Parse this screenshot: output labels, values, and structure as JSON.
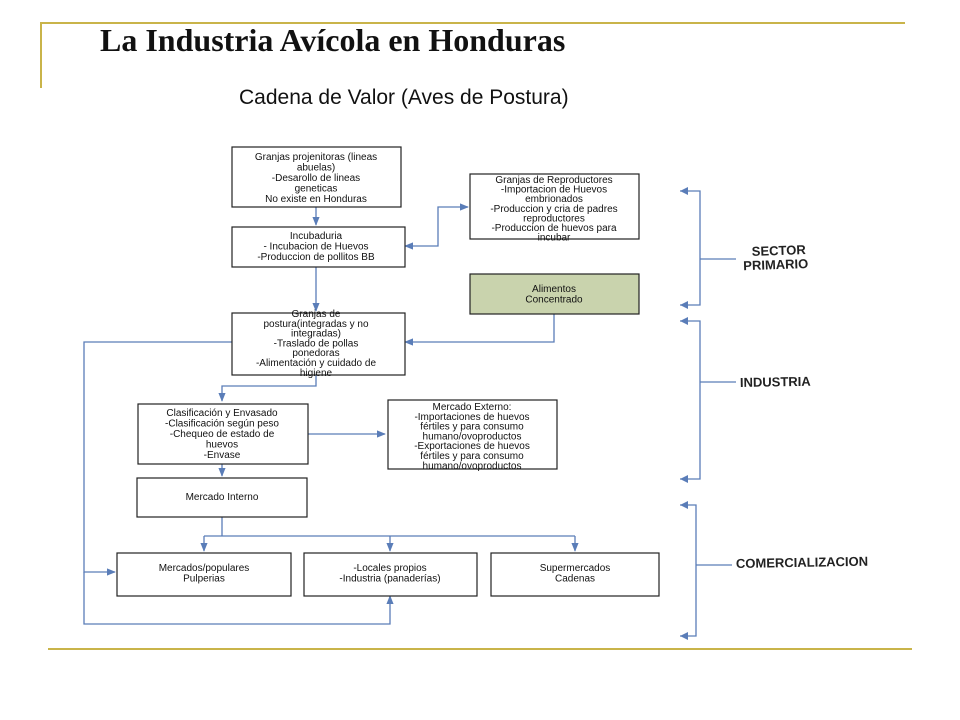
{
  "slide": {
    "title": "La Industria Avícola en Honduras",
    "subtitle": "Cadena de Valor (Aves de Postura)"
  },
  "boxes": {
    "granjas_progenitoras": [
      "Granjas projenitoras (lineas",
      "abuelas)",
      "-Desarollo de lineas",
      "geneticas",
      "No existe en Honduras"
    ],
    "incubadora": [
      "Incubaduria",
      "- Incubacion de Huevos",
      "-Produccion de pollitos BB"
    ],
    "granjas_postura": [
      "Granjas de",
      "postura(integradas y no",
      "integradas)",
      "-Traslado de pollas",
      "ponedoras",
      "-Alimentación y cuidado de",
      "higiene"
    ],
    "clasificacion": [
      "Clasificación y Envasado",
      "-Clasificación según peso",
      "-Chequeo de estado de",
      "huevos",
      "-Envase"
    ],
    "mercado_interno": [
      "Mercado Interno"
    ],
    "mercados_populares": [
      "Mercados/populares",
      "Pulperias"
    ],
    "locales_propios": [
      "-Locales propios",
      "-Industria (panaderías)"
    ],
    "supermercados": [
      "Supermercados",
      "Cadenas"
    ],
    "granjas_reproductores": [
      "Granjas de Reproductores",
      "-Importacion de Huevos",
      "embrionados",
      "-Produccion y cria de padres",
      "reproductores",
      "-Produccion de huevos para",
      "incubar"
    ],
    "alimentos": [
      "Alimentos",
      "Concentrado"
    ],
    "mercado_externo": [
      "Mercado Externo:",
      "-Importaciones de huevos",
      "fértiles y para consumo",
      "humano/ovoproductos",
      "-Exportaciones de huevos",
      "fértiles y para consumo",
      "humano/ovoproductos"
    ]
  },
  "sectors": {
    "primario": [
      "SECTOR",
      "PRIMARIO"
    ],
    "industria": "INDUSTRIA",
    "comercializacion": "COMERCIALIZACION"
  },
  "colors": {
    "connector": "#5a7db8",
    "decor_line": "#c9b44a",
    "alimentos_fill": "#c9d3ad"
  }
}
